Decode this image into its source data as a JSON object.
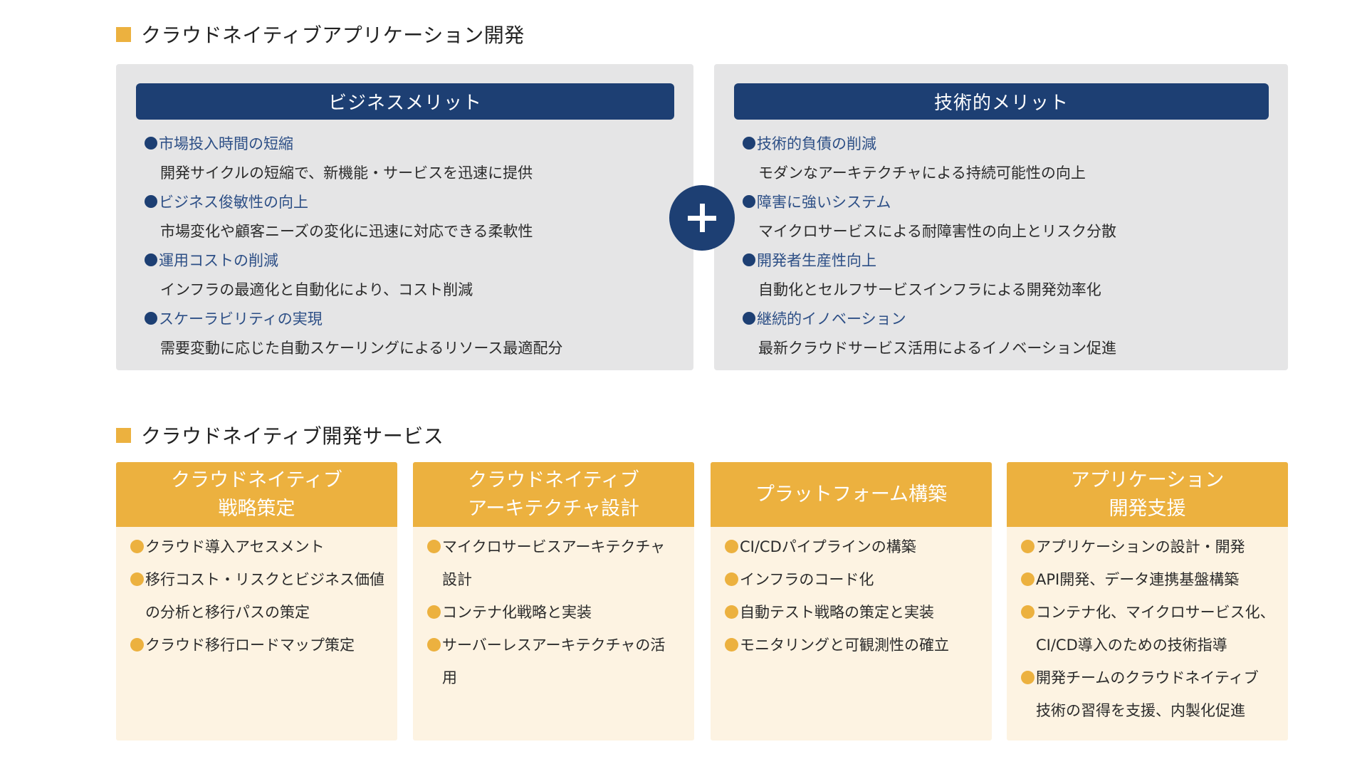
{
  "sections": {
    "overview_title": "クラウドネイティブアプリケーション開発",
    "services_title": "クラウドネイティブ開発サービス"
  },
  "colors": {
    "accent_orange": "#ecb13f",
    "navy": "#1d3f73",
    "gray_panel": "#e5e5e6",
    "card_body": "#fdf3e2"
  },
  "merits": {
    "business": {
      "title": "ビジネスメリット",
      "items": [
        {
          "head": "市場投入時間の短縮",
          "desc": "開発サイクルの短縮で、新機能・サービスを迅速に提供"
        },
        {
          "head": "ビジネス俊敏性の向上",
          "desc": "市場変化や顧客ニーズの変化に迅速に対応できる柔軟性"
        },
        {
          "head": "運用コストの削減",
          "desc": "インフラの最適化と自動化により、コスト削減"
        },
        {
          "head": "スケーラビリティの実現",
          "desc": "需要変動に応じた自動スケーリングによるリソース最適配分"
        }
      ]
    },
    "plus_icon": "plus-icon",
    "technical": {
      "title": "技術的メリット",
      "items": [
        {
          "head": "技術的負債の削減",
          "desc": "モダンなアーキテクチャによる持続可能性の向上"
        },
        {
          "head": "障害に強いシステム",
          "desc": "マイクロサービスによる耐障害性の向上とリスク分散"
        },
        {
          "head": "開発者生産性向上",
          "desc": "自動化とセルフサービスインフラによる開発効率化"
        },
        {
          "head": "継続的イノベーション",
          "desc": "最新クラウドサービス活用によるイノベーション促進"
        }
      ]
    }
  },
  "services": [
    {
      "title_lines": [
        "クラウドネイティブ",
        "戦略策定"
      ],
      "lines": [
        {
          "bullet": true,
          "text": "クラウド導入アセスメント"
        },
        {
          "bullet": true,
          "text": "移行コスト・リスクとビジネス価値"
        },
        {
          "bullet": false,
          "text": "の分析と移行パスの策定"
        },
        {
          "bullet": true,
          "text": "クラウド移行ロードマップ策定"
        }
      ]
    },
    {
      "title_lines": [
        "クラウドネイティブ",
        "アーキテクチャ設計"
      ],
      "lines": [
        {
          "bullet": true,
          "text": "マイクロサービスアーキテクチャ"
        },
        {
          "bullet": false,
          "text": "設計"
        },
        {
          "bullet": true,
          "text": "コンテナ化戦略と実装"
        },
        {
          "bullet": true,
          "text": "サーバーレスアーキテクチャの活"
        },
        {
          "bullet": false,
          "text": "用"
        }
      ]
    },
    {
      "title_lines": [
        "プラットフォーム構築"
      ],
      "lines": [
        {
          "bullet": true,
          "text": "CI/CDパイプラインの構築"
        },
        {
          "bullet": true,
          "text": "インフラのコード化"
        },
        {
          "bullet": true,
          "text": "自動テスト戦略の策定と実装"
        },
        {
          "bullet": true,
          "text": "モニタリングと可観測性の確立"
        }
      ]
    },
    {
      "title_lines": [
        "アプリケーション",
        "開発支援"
      ],
      "lines": [
        {
          "bullet": true,
          "text": "アプリケーションの設計・開発"
        },
        {
          "bullet": true,
          "text": "API開発、データ連携基盤構築"
        },
        {
          "bullet": true,
          "text": "コンテナ化、マイクロサービス化、"
        },
        {
          "bullet": false,
          "text": "CI/CD導入のための技術指導"
        },
        {
          "bullet": true,
          "text": "開発チームのクラウドネイティブ"
        },
        {
          "bullet": false,
          "text": "技術の習得を支援、内製化促進"
        }
      ]
    }
  ]
}
